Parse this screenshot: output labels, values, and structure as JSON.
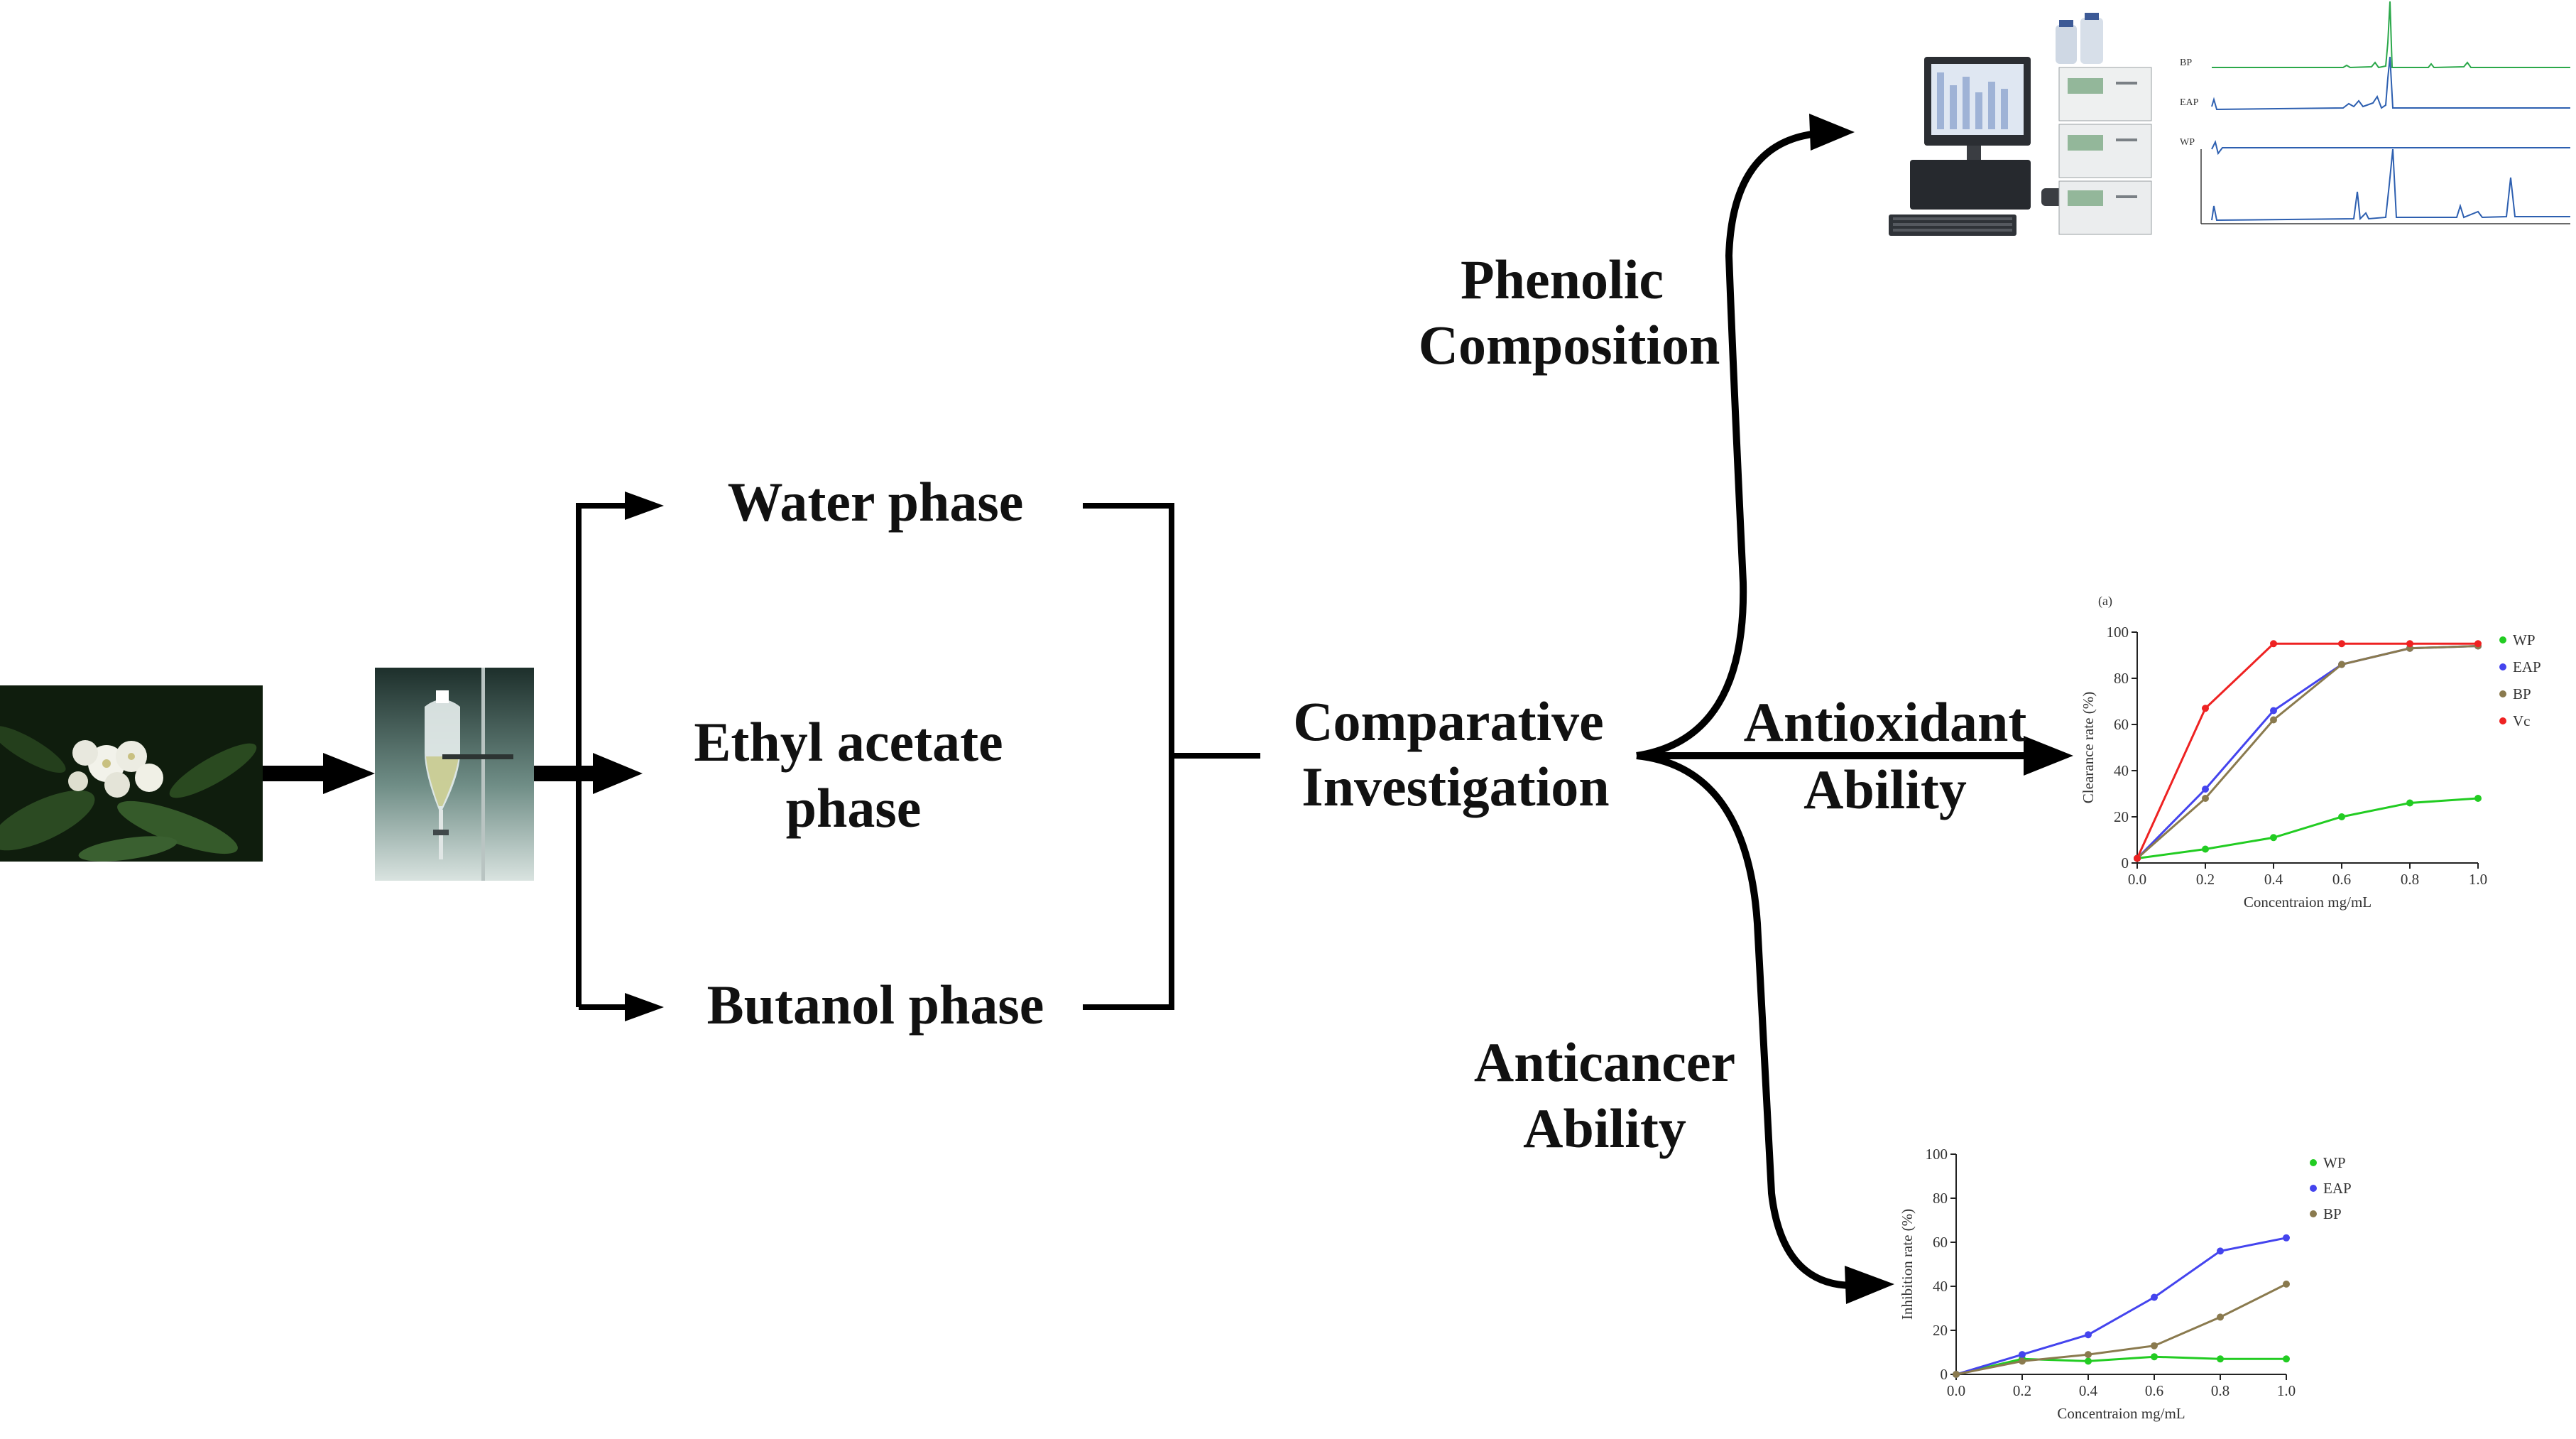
{
  "labels": {
    "water_phase": "Water phase",
    "ethyl_line1": "Ethyl acetate",
    "ethyl_line2": "phase",
    "butanol_phase": "Butanol phase",
    "comparative_line1": "Comparative",
    "comparative_line2": "Investigation",
    "phenolic_line1": "Phenolic",
    "phenolic_line2": "Composition",
    "antioxidant_line1": "Antioxidant",
    "antioxidant_line2": "Ability",
    "anticancer_line1": "Anticancer",
    "anticancer_line2": "Ability"
  },
  "hplc": {
    "traces": [
      "BP",
      "EAP",
      "WP"
    ]
  },
  "chart_data": [
    {
      "type": "line",
      "panel_label": "(a)",
      "xlabel": "Concentraion mg/mL",
      "ylabel": "Clearance rate (%)",
      "xlim": [
        0.0,
        1.0
      ],
      "ylim": [
        0,
        100
      ],
      "x_ticks": [
        "0.0",
        "0.2",
        "0.4",
        "0.6",
        "0.8",
        "1.0"
      ],
      "y_ticks": [
        "0",
        "20",
        "40",
        "60",
        "80",
        "100"
      ],
      "legend_position": "right",
      "x": [
        0.0,
        0.2,
        0.4,
        0.6,
        0.8,
        1.0
      ],
      "series": [
        {
          "name": "WP",
          "color": "#22cc22",
          "values": [
            2,
            6,
            11,
            20,
            26,
            28
          ]
        },
        {
          "name": "EAP",
          "color": "#4444ee",
          "values": [
            2,
            32,
            66,
            86,
            93,
            94
          ]
        },
        {
          "name": "BP",
          "color": "#8a7a4e",
          "values": [
            2,
            28,
            62,
            86,
            93,
            94
          ]
        },
        {
          "name": "Vc",
          "color": "#ee2222",
          "values": [
            2,
            67,
            95,
            95,
            95,
            95
          ]
        }
      ]
    },
    {
      "type": "line",
      "xlabel": "Concentraion mg/mL",
      "ylabel": "Inhibition rate (%)",
      "xlim": [
        0.0,
        1.0
      ],
      "ylim": [
        0,
        100
      ],
      "x_ticks": [
        "0.0",
        "0.2",
        "0.4",
        "0.6",
        "0.8",
        "1.0"
      ],
      "y_ticks": [
        "0",
        "20",
        "40",
        "60",
        "80",
        "100"
      ],
      "legend_position": "top-right",
      "x": [
        0.0,
        0.2,
        0.4,
        0.6,
        0.8,
        1.0
      ],
      "series": [
        {
          "name": "WP",
          "color": "#22cc22",
          "values": [
            0,
            7,
            6,
            8,
            7,
            7
          ]
        },
        {
          "name": "EAP",
          "color": "#4444ee",
          "values": [
            0,
            9,
            18,
            35,
            56,
            62
          ]
        },
        {
          "name": "BP",
          "color": "#8a7a4e",
          "values": [
            0,
            6,
            9,
            13,
            26,
            41
          ]
        }
      ]
    }
  ]
}
